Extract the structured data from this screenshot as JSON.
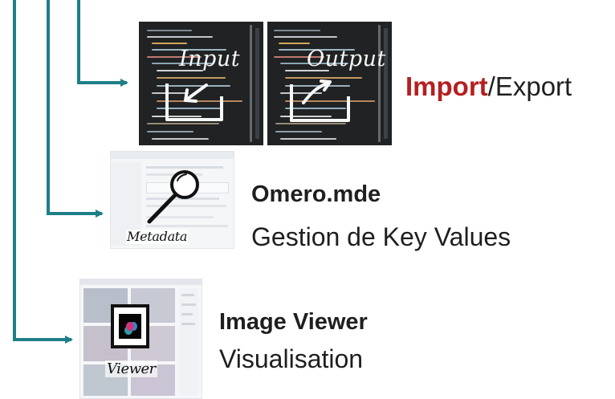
{
  "colors": {
    "arrow": "#1e7f87",
    "import_highlight": "#b51f1f",
    "text": "#1f1f1f",
    "code_background": "#202223"
  },
  "import_export": {
    "highlight": "Import",
    "rest": "/Export",
    "input_image_text": "Input",
    "output_image_text": "Output",
    "icons": [
      "code-input-image",
      "code-output-image"
    ]
  },
  "metadata_editor": {
    "title": "Omero.mde",
    "subtitle": "Gestion de Key Values",
    "image_text": "Metadata",
    "icon": "magnifier-metadata-image"
  },
  "viewer": {
    "title": "Image Viewer",
    "subtitle": "Visualisation",
    "image_text": "Viewer",
    "icon": "viewer-image"
  }
}
